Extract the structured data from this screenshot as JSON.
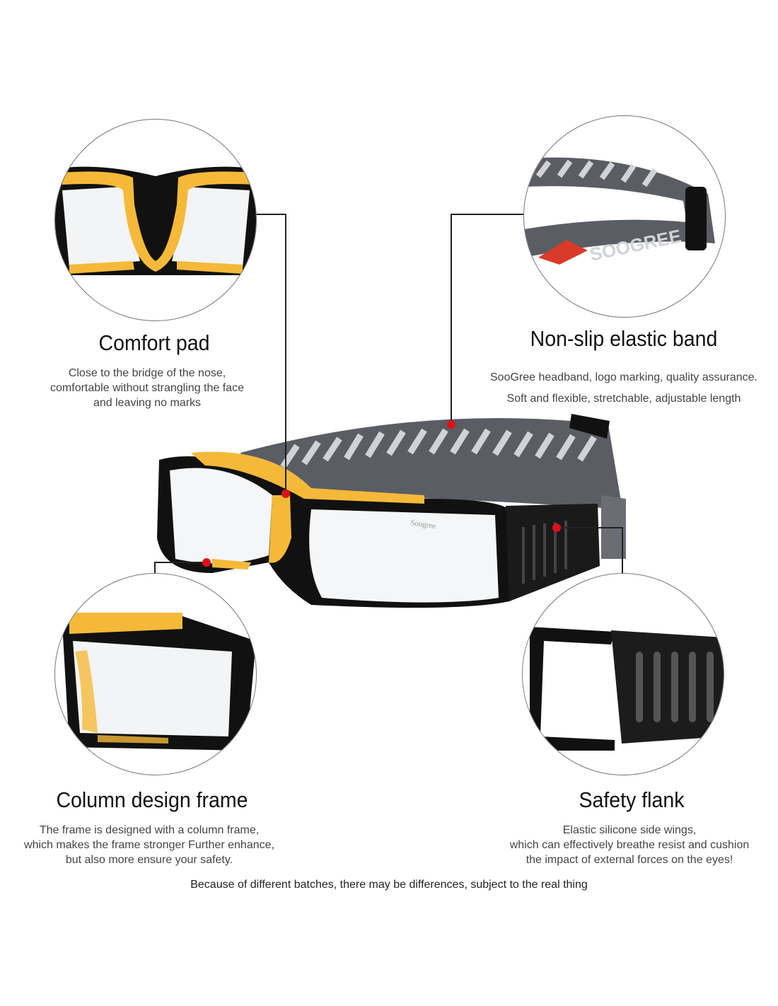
{
  "features": [
    {
      "title": "Comfort pad",
      "lines": [
        "Close to the bridge of the nose,",
        "comfortable without strangling the face",
        "and leaving no marks"
      ]
    },
    {
      "title": "Non-slip elastic band",
      "lines": [
        "SooGree headband, logo marking, quality assurance.",
        "Soft and flexible, stretchable, adjustable length"
      ]
    },
    {
      "title": "Column design frame",
      "lines": [
        "The frame is designed with a column frame,",
        "which makes the frame stronger Further enhance,",
        "but also more ensure your safety."
      ]
    },
    {
      "title": "Safety flank",
      "lines": [
        "Elastic silicone side wings,",
        "which can effectively breathe resist and cushion",
        "the impact of external forces on the eyes!"
      ]
    }
  ],
  "disclaimer": "Because of different batches, there may be differences, subject to the real thing",
  "logo_band": "SOOGREE",
  "logo_lens": "Soogree",
  "colors": {
    "pad": "#f5b93a",
    "frame": "#111111",
    "band": "#5a5d63",
    "marker": "#e0101a"
  }
}
